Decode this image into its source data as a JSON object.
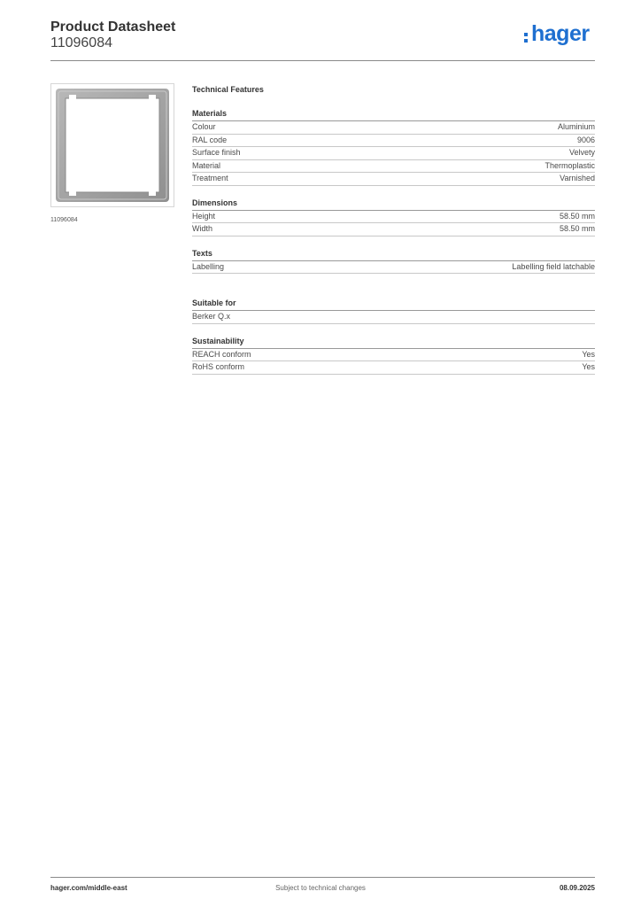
{
  "header": {
    "title": "Product Datasheet",
    "product_number": "11096084",
    "logo_text": "hager"
  },
  "image": {
    "caption": "11096084"
  },
  "technical": {
    "heading": "Technical Features",
    "groups": [
      {
        "title": "Materials",
        "rows": [
          {
            "label": "Colour",
            "value": "Aluminium"
          },
          {
            "label": "RAL code",
            "value": "9006"
          },
          {
            "label": "Surface finish",
            "value": "Velvety"
          },
          {
            "label": "Material",
            "value": "Thermoplastic"
          },
          {
            "label": "Treatment",
            "value": "Varnished"
          }
        ]
      },
      {
        "title": "Dimensions",
        "rows": [
          {
            "label": "Height",
            "value": "58.50 mm"
          },
          {
            "label": "Width",
            "value": "58.50 mm"
          }
        ]
      },
      {
        "title": "Texts",
        "rows": [
          {
            "label": "Labelling",
            "value": "Labelling field latchable"
          }
        ]
      },
      {
        "title": "Suitable for",
        "rows": [
          {
            "label": "Berker Q.x",
            "value": ""
          }
        ]
      },
      {
        "title": "Sustainability",
        "rows": [
          {
            "label": "REACH conform",
            "value": "Yes"
          },
          {
            "label": "RoHS conform",
            "value": "Yes"
          }
        ]
      }
    ]
  },
  "footer": {
    "website": "hager.com/middle-east",
    "note": "Subject to technical changes",
    "date": "08.09.2025"
  },
  "colors": {
    "brand": "#1e6fd0",
    "rule": "#8a8a8a"
  }
}
